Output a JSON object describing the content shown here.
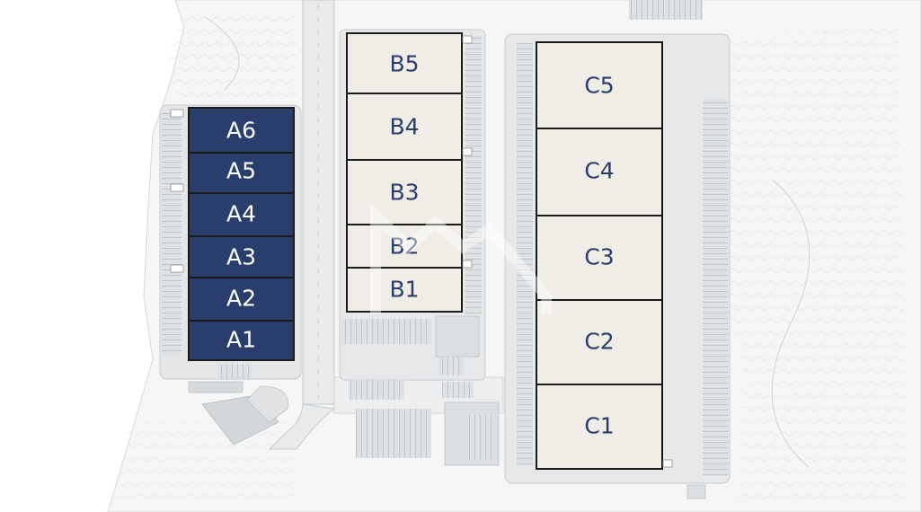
{
  "colors": {
    "background": "#ffffff",
    "terrain": "#f4f5f4",
    "road": "#e9ebec",
    "road_edge": "#c9cccf",
    "parking": "#d9dcdf",
    "unit_a_fill": "#2a3e6e",
    "unit_b_c_fill": "#efede5",
    "unit_border": "#1a1a1a",
    "label_dark": "#2a3e6e",
    "label_light": "#ffffff"
  },
  "units": {
    "a1": "A1",
    "a2": "A2",
    "a3": "A3",
    "a4": "A4",
    "a5": "A5",
    "a6": "A6",
    "b1": "B1",
    "b2": "B2",
    "b3": "B3",
    "b4": "B4",
    "b5": "B5",
    "c1": "C1",
    "c2": "C2",
    "c3": "C3",
    "c4": "C4",
    "c5": "C5"
  },
  "watermark_icon": "logo-watermark-icon"
}
